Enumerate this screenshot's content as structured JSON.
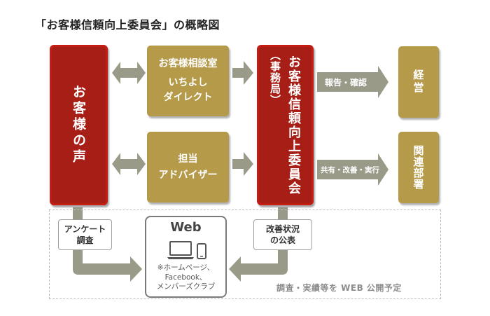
{
  "title": "「お客様信頼向上委員会」の概略図",
  "voice_box": "お客様の声",
  "consultation_box": {
    "line1": "お客様相談室",
    "line2": "いちよし",
    "line3": "ダイレクト"
  },
  "advisor_box": {
    "line1": "担当",
    "line2": "アドバイザー"
  },
  "committee_box": {
    "main": "お客様信頼向上委員会",
    "sub": "（事務局）"
  },
  "management_box": "経営",
  "departments_box": "関連部署",
  "arrow_labels": {
    "report": "報告・確認",
    "share": "共有・改善・実行"
  },
  "survey_label": {
    "line1": "アンケート",
    "line2": "調査"
  },
  "improvement_label": {
    "line1": "改善状況",
    "line2": "の公表"
  },
  "web": {
    "title": "Web",
    "line1": "※ホームページ、",
    "line2": "Facebook、",
    "line3": "メンバーズクラブ"
  },
  "note": "調査・実績等を WEB 公開予定",
  "colors": {
    "red": "#a61e16",
    "red_border": "#c41e14",
    "gold": "#b59a4a",
    "arrow_gray": "#9a9a88"
  }
}
